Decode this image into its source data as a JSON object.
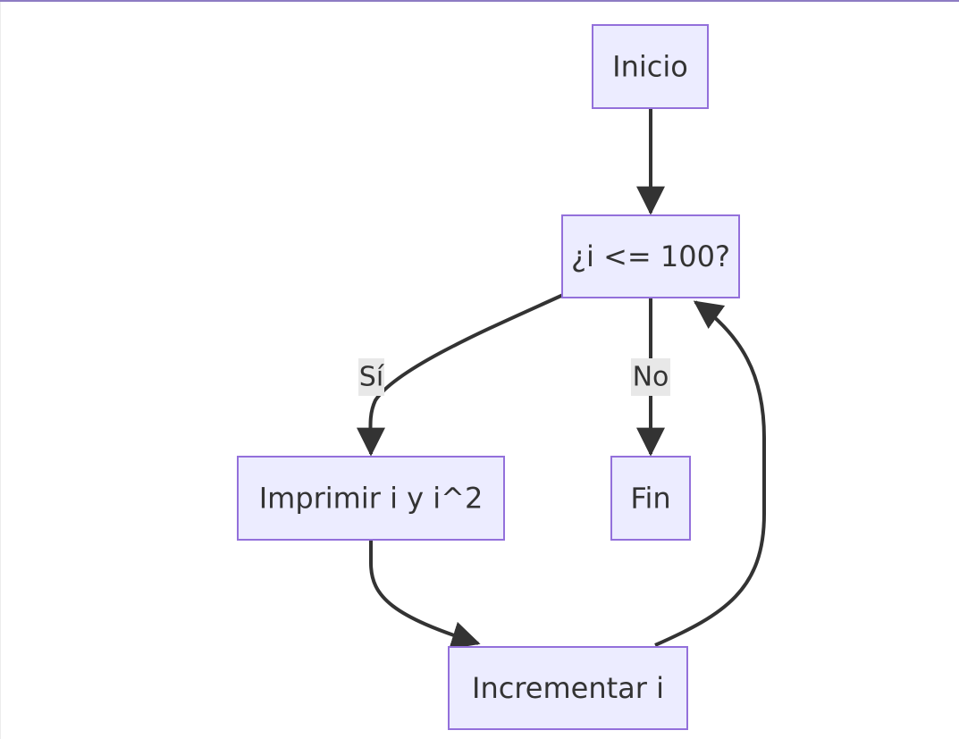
{
  "diagram": {
    "type": "flowchart",
    "colors": {
      "node_fill": "#ececff",
      "node_stroke": "#9370db",
      "edge": "#333333",
      "label_bg": "#e8e8e8",
      "text": "#333333"
    },
    "nodes": {
      "inicio": {
        "label": "Inicio"
      },
      "condicion": {
        "label": "¿i <= 100?"
      },
      "imprimir": {
        "label": "Imprimir i y i^2"
      },
      "fin": {
        "label": "Fin"
      },
      "incrementar": {
        "label": "Incrementar i"
      }
    },
    "edges": {
      "inicio_condicion": {
        "from": "Inicio",
        "to": "¿i <= 100?",
        "label": ""
      },
      "condicion_imprimir": {
        "from": "¿i <= 100?",
        "to": "Imprimir i y i^2",
        "label": "Sí"
      },
      "condicion_fin": {
        "from": "¿i <= 100?",
        "to": "Fin",
        "label": "No"
      },
      "imprimir_incrementar": {
        "from": "Imprimir i y i^2",
        "to": "Incrementar i",
        "label": ""
      },
      "incrementar_condicion": {
        "from": "Incrementar i",
        "to": "¿i <= 100?",
        "label": ""
      }
    }
  }
}
